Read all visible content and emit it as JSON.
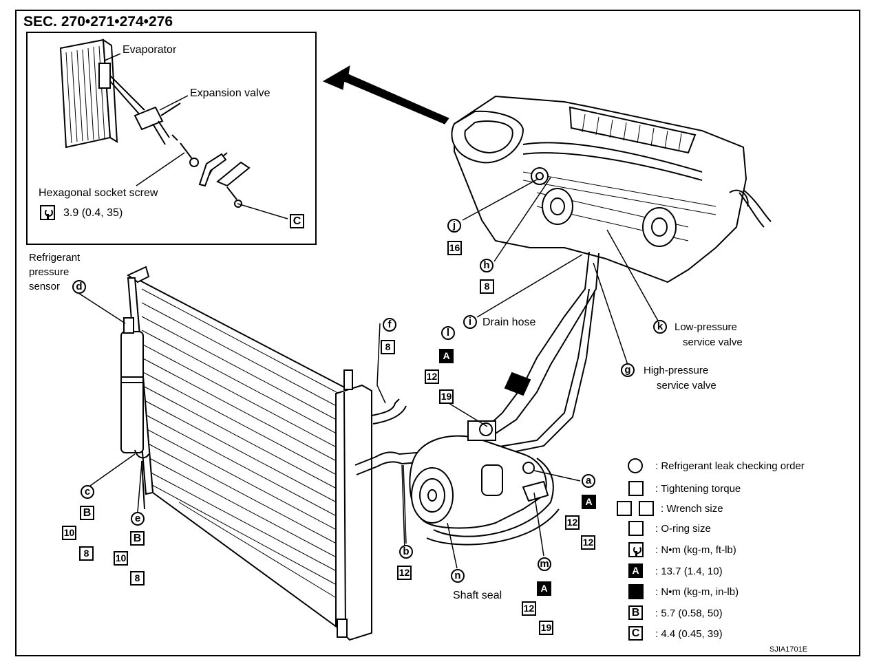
{
  "header": {
    "section": "SEC. 270•271•274•276"
  },
  "inset": {
    "evaporator": "Evaporator",
    "expansion_valve": "Expansion valve",
    "hex_screw": "Hexagonal socket screw",
    "hex_torque": "3.9 (0.4, 35)",
    "letter_c": "C"
  },
  "labels": {
    "refrigerant_sensor": [
      "Refrigerant",
      "pressure",
      "sensor"
    ],
    "drain_hose": "Drain hose",
    "low_pressure": [
      "Low-pressure",
      "service valve"
    ],
    "high_pressure": [
      "High-pressure",
      "service valve"
    ],
    "shaft_seal": "Shaft seal"
  },
  "callouts": {
    "a": "a",
    "b": "b",
    "c": "c",
    "d": "d",
    "e": "e",
    "f": "f",
    "g": "g",
    "h": "h",
    "i": "i",
    "j": "j",
    "k": "k",
    "l": "l",
    "m": "m",
    "n": "n"
  },
  "boxes": {
    "n16": "16",
    "n8": "8",
    "n10": "10",
    "n12": "12",
    "n19": "19",
    "A": "A",
    "B": "B",
    "C": "C"
  },
  "legend": {
    "leak": ": Refrigerant leak checking order",
    "tight": ": Tightening torque",
    "wrench": ": Wrench size",
    "oring": ": O-ring size",
    "nm_ftlb": ": N•m (kg-m, ft-lb)",
    "A_val": ": 13.7 (1.4, 10)",
    "nm_inlb": ": N•m (kg-m, in-lb)",
    "B_val": ": 5.7 (0.58, 50)",
    "C_val": ": 4.4 (0.45, 39)"
  },
  "figure_ref": "SJIA1701E"
}
